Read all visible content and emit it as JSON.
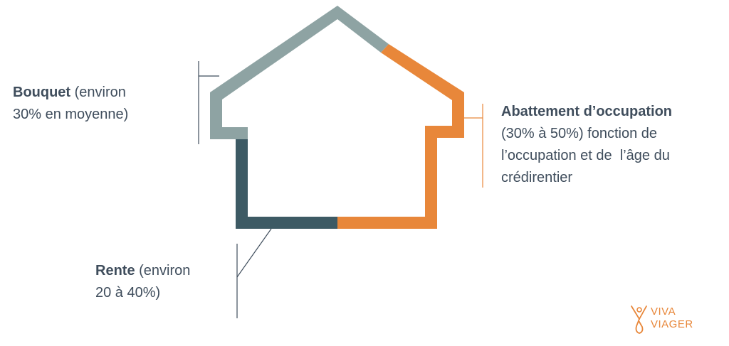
{
  "labels": {
    "bouquet": {
      "title": "Bouquet",
      "rest_line1": " (environ",
      "line2": "30% en moyenne)"
    },
    "abattement": {
      "title": "Abattement d’occupation",
      "line2": "(30% à 50%) fonction de",
      "line3": "l’occupation et de  l’âge du",
      "line4": "crédirentier"
    },
    "rente": {
      "title": "Rente",
      "rest_line1": " (environ",
      "line2": "20 à 40%)"
    }
  },
  "logo": {
    "line1": "VIVA",
    "line2": "VIAGER"
  },
  "colors": {
    "bouquet": "#8ea3a3",
    "abattement": "#e8873a",
    "rente": "#3d5a64",
    "leader": "#3f4d5c",
    "leader_orange": "#e8873a",
    "text": "#3f4d5c"
  }
}
